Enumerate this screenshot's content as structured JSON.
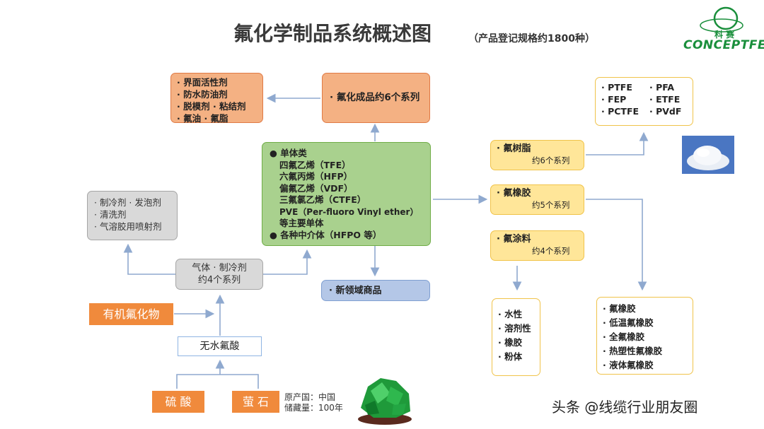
{
  "header": {
    "title": "氟化学制品系统概述图",
    "subtitle": "（产品登记规格约1800种）"
  },
  "logo": {
    "cn": "科 赛",
    "en": "CONCEPTFE"
  },
  "fluorinated_products": {
    "label": "· 氟化成品约6个系列"
  },
  "fluorinated_products_list": [
    "· 界面活性剂",
    "· 防水防油剂",
    "· 脱模剂 · 粘结剂",
    "· 氟油   · 氟脂"
  ],
  "monomers": {
    "lines": [
      "● 单体类",
      "  四氟乙烯（TFE）",
      "  六氟丙烯（HFP）",
      "  偏氟乙烯（VDF）",
      "  三氟氯乙烯（CTFE）",
      "  PVE（Per-fluoro Vinyl ether）",
      "  等主要单体",
      "● 各种中介体（HFPO 等）"
    ]
  },
  "new_products": {
    "label": "· 新领域商品"
  },
  "gas_applications": {
    "lines": [
      "· 制冷剂 · 发泡剂",
      "· 清洗剂",
      "· 气溶胶用喷射剂"
    ]
  },
  "gas_refrigerant": {
    "lines": [
      "气体 · 制冷剂",
      "约4个系列"
    ]
  },
  "organic_fluoride": {
    "label": "有机氟化物"
  },
  "anhydrous_hf": {
    "label": "无水氟酸"
  },
  "sulfuric_acid": {
    "label": "硫 酸"
  },
  "fluorite": {
    "label": "萤 石"
  },
  "fluorite_note": {
    "lines": [
      "原产国：中国",
      "储藏量：100年"
    ]
  },
  "resin": {
    "name": "· 氟树脂",
    "count": "约6个系列"
  },
  "rubber": {
    "name": "· 氟橡胶",
    "count": "约5个系列"
  },
  "coating": {
    "name": "· 氟涂料",
    "count": "约4个系列"
  },
  "resin_types": {
    "left": [
      "· PTFE",
      "· FEP",
      "· PCTFE"
    ],
    "right": [
      "· PFA",
      "· ETFE",
      "· PVdF"
    ]
  },
  "coating_types": [
    "· 水性",
    "· 溶剂性",
    "· 橡胶",
    "· 粉体"
  ],
  "rubber_types": [
    "· 氟橡胶",
    "· 低温氟橡胶",
    "· 全氟橡胶",
    "· 热塑性氟橡胶",
    "· 液体氟橡胶"
  ],
  "watermark": {
    "text": "头条 @线缆行业朋友圈"
  },
  "colors": {
    "orange": "#f4b183",
    "green": "#a9d18e",
    "blue": "#b4c7e7",
    "yellow": "#ffe699",
    "gray": "#d9d9d9",
    "deep_orange": "#f08a3c",
    "arrow": "#8fa9cf"
  }
}
